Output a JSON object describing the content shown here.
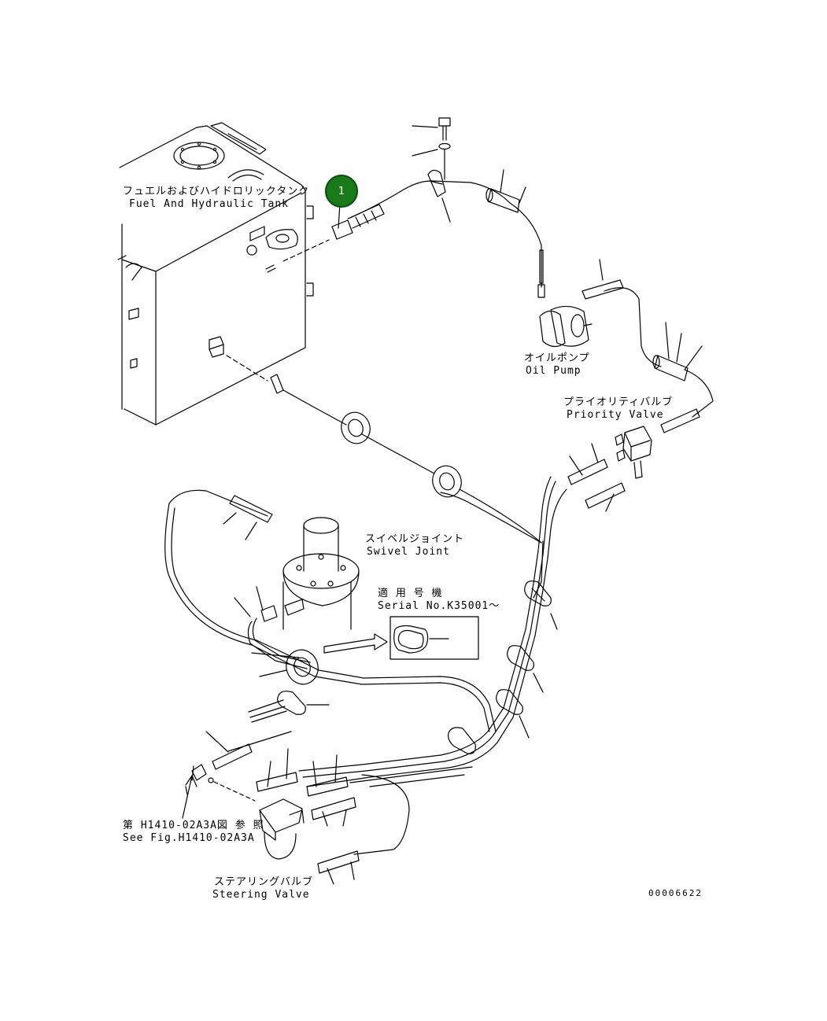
{
  "labels": {
    "tank_jp": "フュエルおよびハイドロリックタンク",
    "tank_en": "Fuel And Hydraulic Tank",
    "oil_pump_jp": "オイルポンプ",
    "oil_pump_en": "Oil Pump",
    "priority_valve_jp": "プライオリティバルブ",
    "priority_valve_en": "Priority Valve",
    "swivel_joint_jp": "スイベルジョイント",
    "swivel_joint_en": "Swivel Joint",
    "serial_jp": "適 用 号 機",
    "serial_en": "Serial No.K35001～",
    "see_fig_jp": "第 H1410-02A3A図 参 照",
    "see_fig_en": "See Fig.H1410-02A3A",
    "steering_valve_jp": "ステアリングバルブ",
    "steering_valve_en": "Steering Valve",
    "drawing_number": "00006622"
  },
  "callout": {
    "number": "1",
    "color": "#1a7a1a"
  }
}
